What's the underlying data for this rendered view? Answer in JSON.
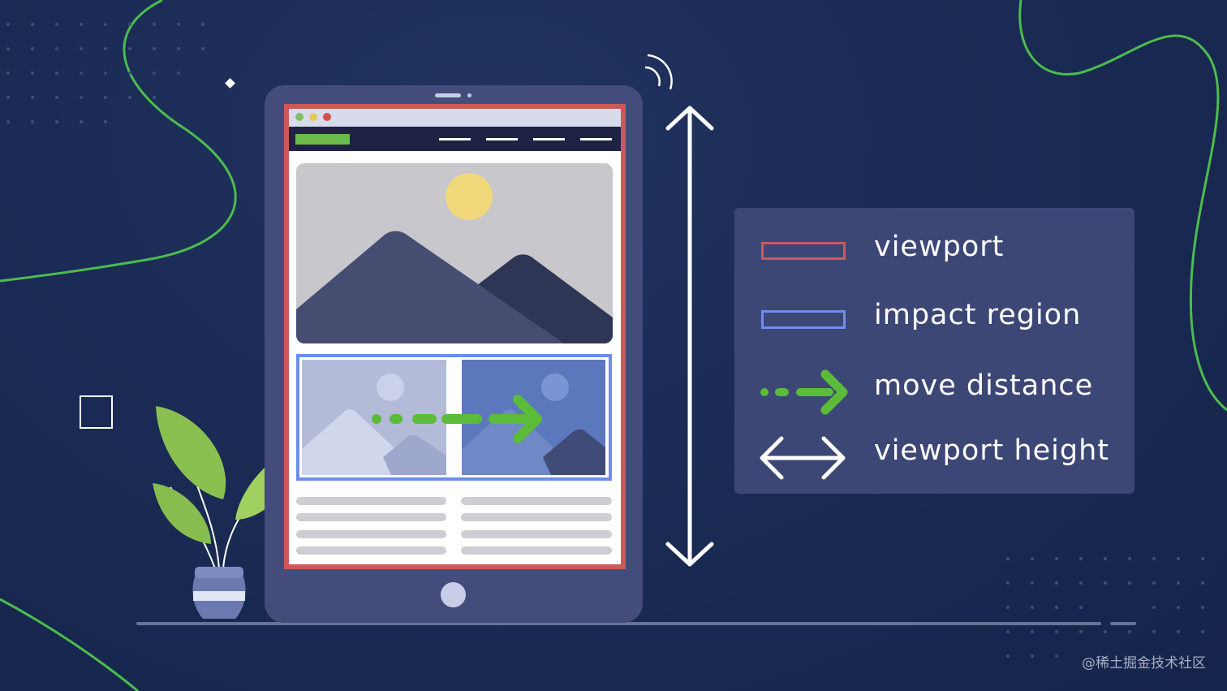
{
  "legend": {
    "items": [
      {
        "label": "viewport",
        "icon": "red-rectangle-icon"
      },
      {
        "label": "impact region",
        "icon": "blue-rectangle-icon"
      },
      {
        "label": "move distance",
        "icon": "dashed-arrow-icon"
      },
      {
        "label": "viewport height",
        "icon": "double-arrow-icon"
      }
    ]
  },
  "watermark": "@稀土掘金技术社区",
  "colors": {
    "background": "#1a2b55",
    "viewport": "#cc5959",
    "impact_region": "#6d8ded",
    "move_distance": "#5cbc3a",
    "accent_line": "#4cbc4c",
    "panel": "#3d4776"
  }
}
